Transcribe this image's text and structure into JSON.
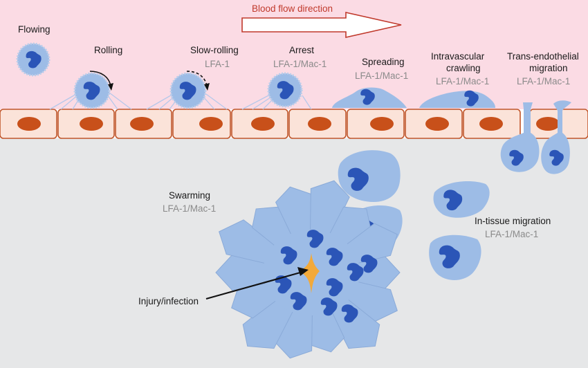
{
  "blood_flow": {
    "label": "Blood flow direction"
  },
  "stages": {
    "flowing": {
      "title": "Flowing"
    },
    "rolling": {
      "title": "Rolling"
    },
    "slow_rolling": {
      "title": "Slow-rolling",
      "molecule": "LFA-1"
    },
    "arrest": {
      "title": "Arrest",
      "molecule": "LFA-1/Mac-1"
    },
    "spreading": {
      "title": "Spreading",
      "molecule": "LFA-1/Mac-1"
    },
    "intravascular_crawling": {
      "title_line1": "Intravascular",
      "title_line2": "crawling",
      "molecule": "LFA-1/Mac-1"
    },
    "transendothelial": {
      "title_line1": "Trans-endothelial",
      "title_line2": "migration",
      "molecule": "LFA-1/Mac-1"
    },
    "swarming": {
      "title": "Swarming",
      "molecule": "LFA-1/Mac-1"
    },
    "in_tissue": {
      "title": "In-tissue migration",
      "molecule": "LFA-1/Mac-1"
    },
    "injury": {
      "title": "Injury/infection"
    }
  },
  "colors": {
    "vessel": "#fbdbe4",
    "tissue": "#e6e7e8",
    "endothelium": "#fbe3d9",
    "nucleus_endo": "#c8501a",
    "cell": "#9dbce6",
    "nucleus_cell": "#2b55b7",
    "injury": "#f2a93a",
    "arrow": "#c0392b"
  }
}
